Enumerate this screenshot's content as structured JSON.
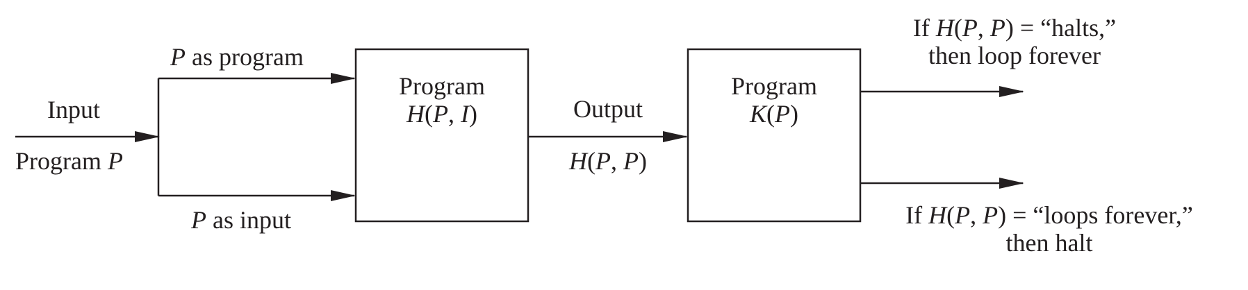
{
  "input_label": {
    "top": "Input",
    "bottom_text": "Program ",
    "bottom_var": "P"
  },
  "branch_top": {
    "var": "P",
    "text": " as program"
  },
  "branch_bottom": {
    "var": "P",
    "text": " as input"
  },
  "box_h": {
    "title": "Program",
    "fn": "H",
    "open": "(",
    "arg1": "P",
    "sep": ", ",
    "arg2": "I",
    "close": ")"
  },
  "output_label": {
    "top": "Output",
    "fn": "H",
    "open": "(",
    "arg1": "P",
    "sep": ", ",
    "arg2": "P",
    "close": ")"
  },
  "box_k": {
    "title": "Program",
    "fn": "K",
    "open": "(",
    "arg1": "P",
    "close": ")"
  },
  "cond_halts": {
    "pre": "If ",
    "fn": "H",
    "open": "(",
    "arg1": "P",
    "sep": ", ",
    "arg2": "P",
    "close": ")",
    "eq": " = “halts,”",
    "line2": "then loop forever"
  },
  "cond_loops": {
    "pre": "If ",
    "fn": "H",
    "open": "(",
    "arg1": "P",
    "sep": ", ",
    "arg2": "P",
    "close": ")",
    "eq": " = “loops forever,”",
    "line2": "then halt"
  }
}
